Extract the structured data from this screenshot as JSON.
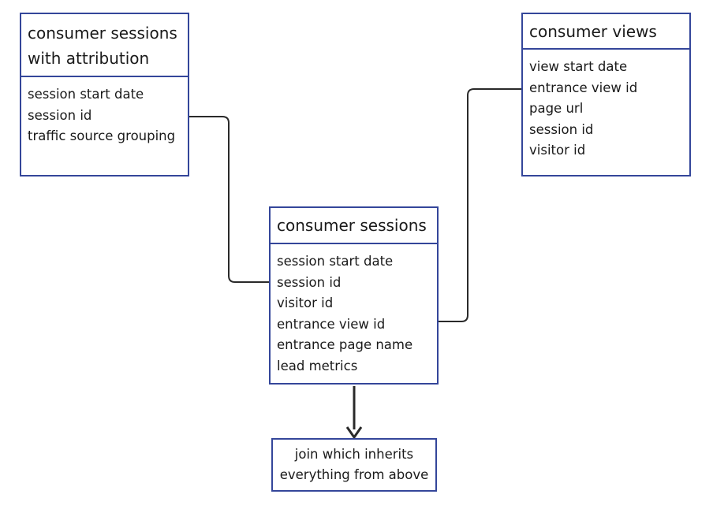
{
  "entities": {
    "attribution": {
      "title_line1": "consumer sessions",
      "title_line2": "with attribution",
      "fields": [
        "session start date",
        "session id",
        "traffic source grouping"
      ]
    },
    "views": {
      "title": "consumer views",
      "fields": [
        "view start date",
        "entrance view id",
        "page url",
        "session id",
        "visitor id"
      ]
    },
    "sessions": {
      "title": "consumer sessions",
      "fields": [
        "session start date",
        "session id",
        "visitor id",
        "entrance view id",
        "entrance page name",
        "lead metrics"
      ]
    }
  },
  "result": {
    "line1": "join which inherits",
    "line2": "everything from above"
  },
  "colors": {
    "border": "#34469a",
    "connector": "#2a2a2a",
    "text": "#1a1a1a"
  }
}
